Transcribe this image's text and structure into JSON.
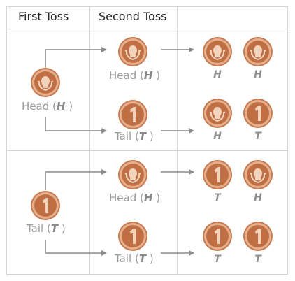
{
  "headers": {
    "first": "First Toss",
    "second": "Second Toss",
    "third": ""
  },
  "labels": {
    "first_head": {
      "word": "Head",
      "sym": "H"
    },
    "first_tail": {
      "word": "Tail",
      "sym": "T"
    },
    "second_head_1": {
      "word": "Head",
      "sym": "H"
    },
    "second_tail_1": {
      "word": "Tail",
      "sym": "T"
    },
    "second_head_2": {
      "word": "Head",
      "sym": "H"
    },
    "second_tail_2": {
      "word": "Tail",
      "sym": "T"
    }
  },
  "outcomes": [
    [
      "H",
      "H"
    ],
    [
      "H",
      "T"
    ],
    [
      "T",
      "H"
    ],
    [
      "T",
      "T"
    ]
  ],
  "coin_faces": {
    "head": "head-face-icon",
    "tail": "one-tail-icon"
  },
  "colors": {
    "coin_outer": "#c77b52",
    "coin_rim": "#e6b08c",
    "coin_inner": "#c06f45",
    "coin_emblem": "#f2d3bb",
    "grid": "#d4d4d4",
    "arrow": "#8c8c8c",
    "label": "#9a9a9a"
  }
}
